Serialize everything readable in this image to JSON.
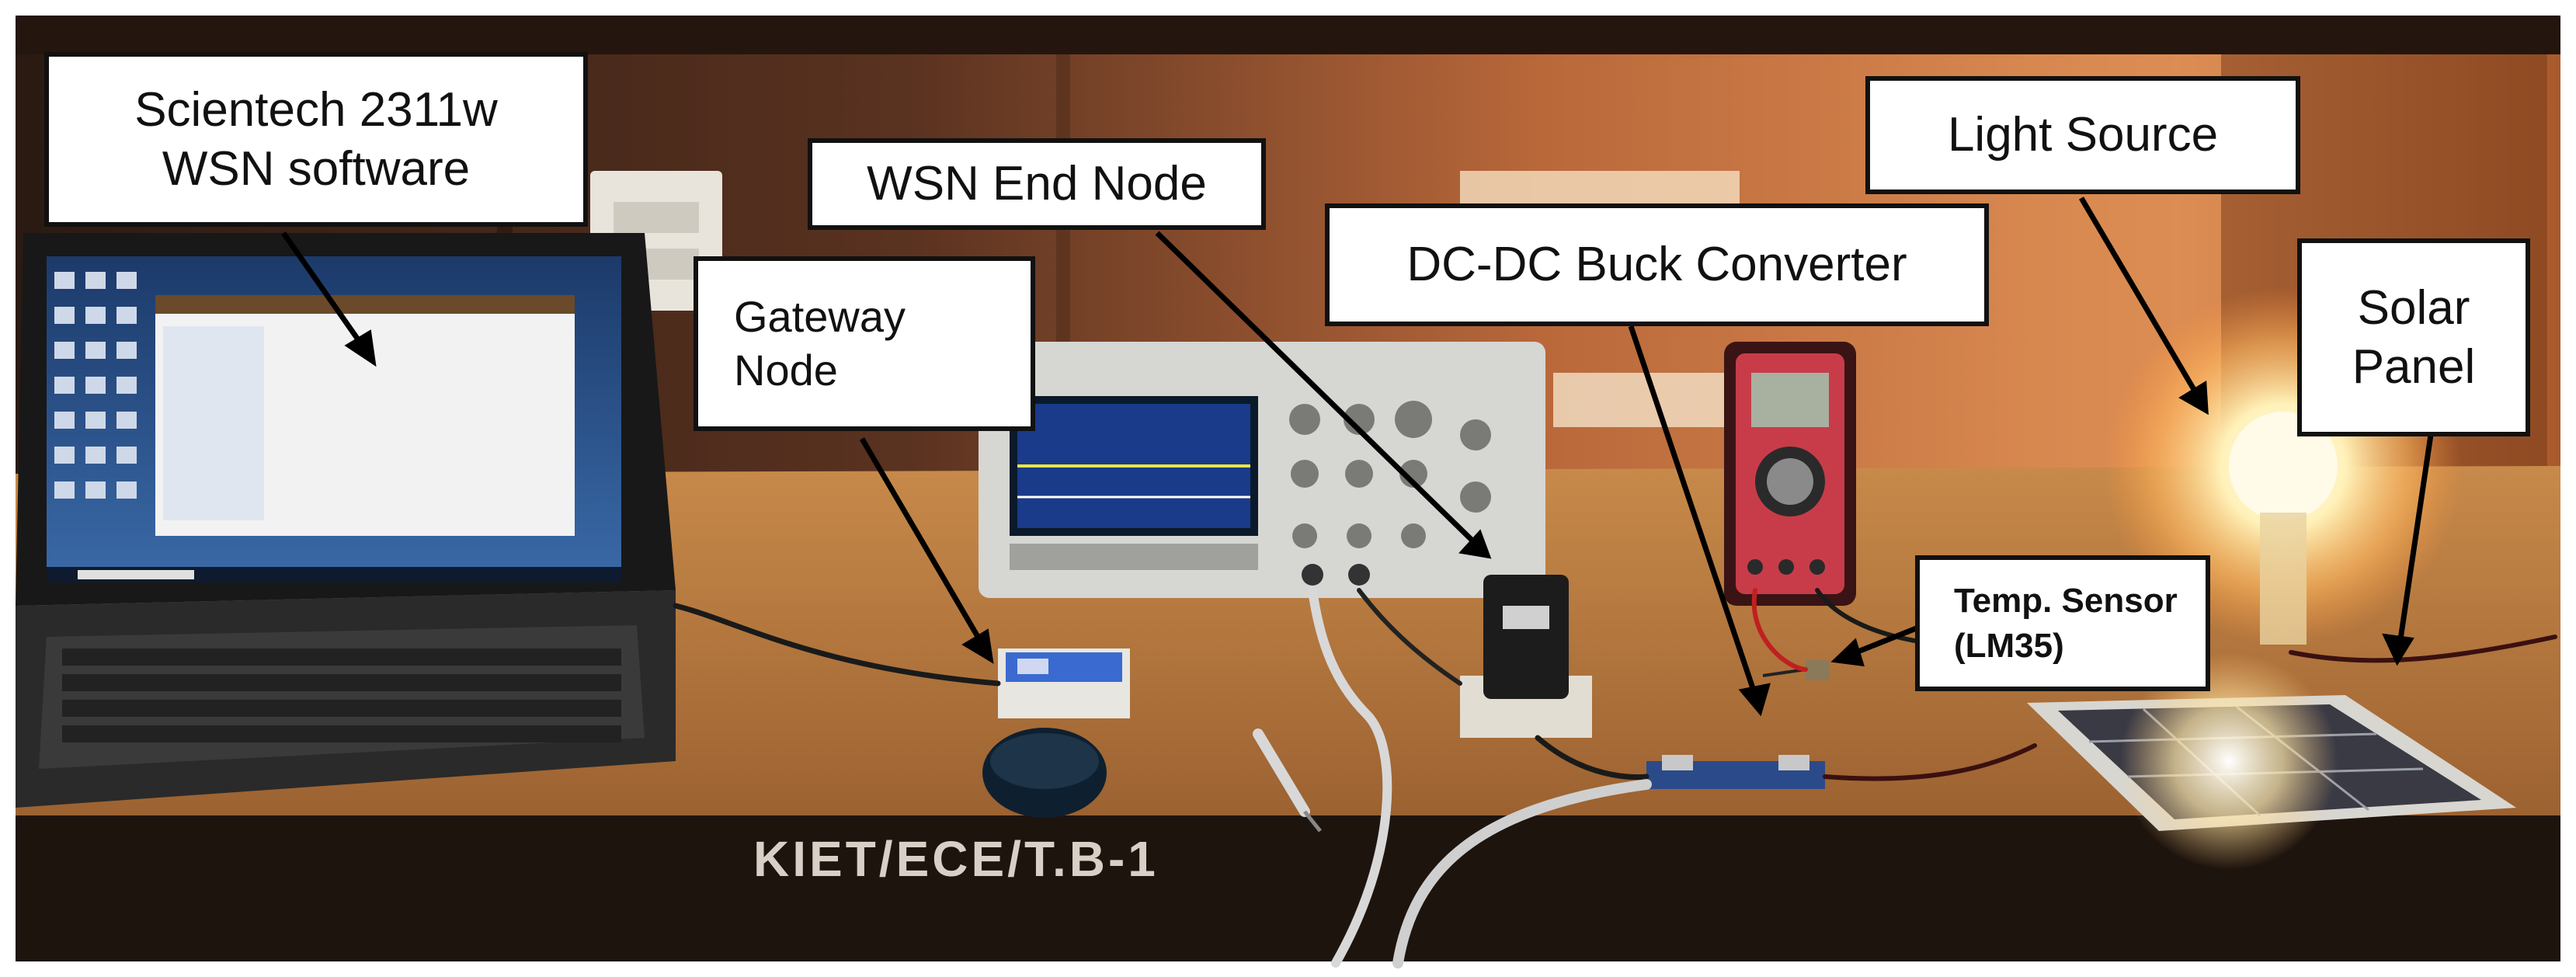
{
  "image": {
    "kind": "photograph",
    "subject": "WSN lab test bench with laptop, oscilloscope, multimeter, gateway and end nodes, buck converter, lamp and solar panel",
    "table_marking": "KIET/ECE/T.B-1"
  },
  "callouts": [
    {
      "id": "software",
      "lines": [
        "Scientech 2311w",
        "WSN software"
      ]
    },
    {
      "id": "gateway",
      "lines": [
        "Gateway",
        "Node"
      ]
    },
    {
      "id": "end-node",
      "lines": [
        "WSN End Node"
      ]
    },
    {
      "id": "buck",
      "lines": [
        "DC-DC Buck Converter"
      ]
    },
    {
      "id": "light",
      "lines": [
        "Light Source"
      ]
    },
    {
      "id": "solar",
      "lines": [
        "Solar",
        "Panel"
      ]
    },
    {
      "id": "temp",
      "lines": [
        "Temp. Sensor",
        "(LM35)"
      ]
    }
  ],
  "colors": {
    "wall_warm": "#c8703a",
    "wall_dark": "#3a2418",
    "table": "#b67a3e",
    "lamp_glow": "#fff3c0",
    "arrow": "#000000",
    "callout_border": "#111111"
  }
}
